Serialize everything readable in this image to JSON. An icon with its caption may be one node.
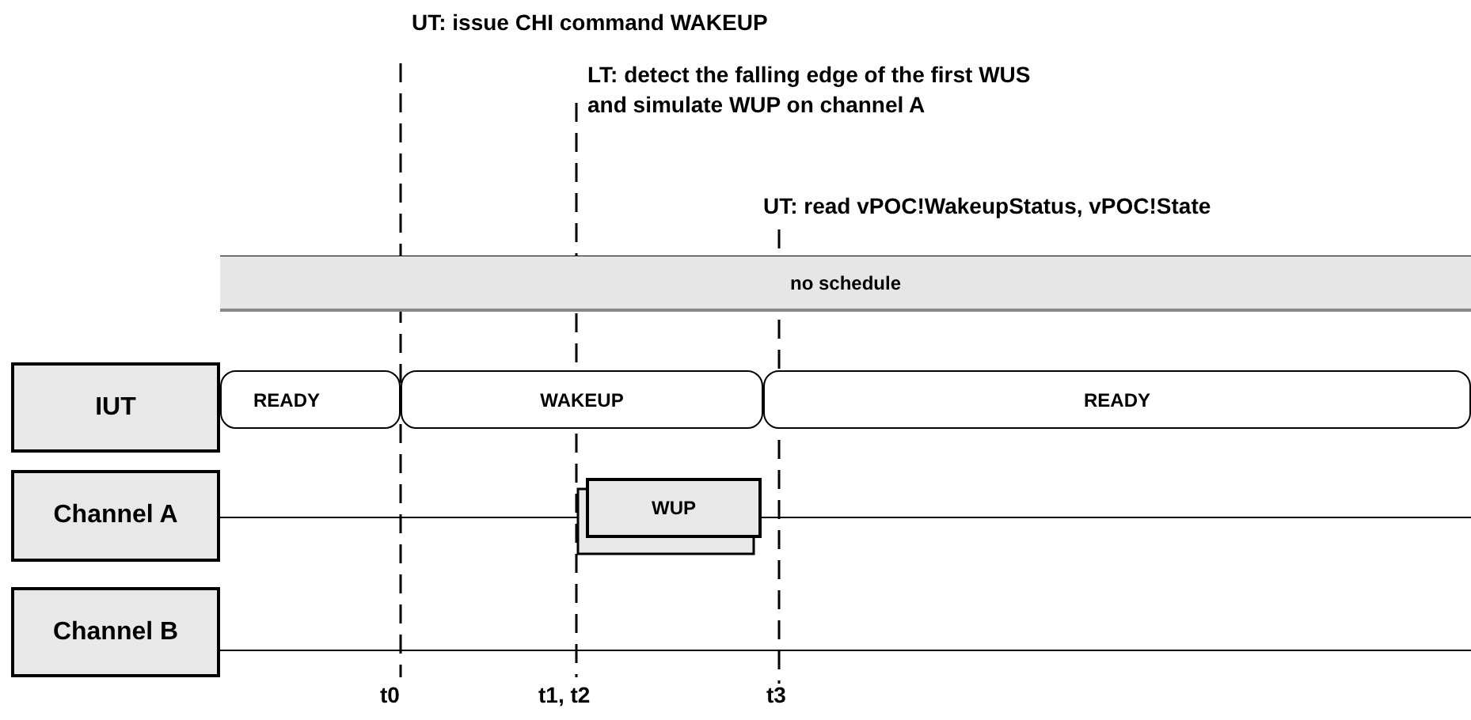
{
  "diagram": {
    "nodes": [
      {
        "text": [
          "no schedule"
        ]
      },
      {
        "text": [
          "IUT"
        ]
      },
      {
        "text": [
          "READY"
        ]
      },
      {
        "text": [
          "WAKEUP"
        ]
      },
      {
        "text": [
          "READY"
        ]
      },
      {
        "text": [
          "Channel A"
        ]
      },
      {
        "text": [
          "WUP"
        ]
      },
      {
        "text": [
          "Channel B"
        ]
      }
    ],
    "labels": [
      "UT: issue CHI command WAKEUP",
      "LT: detect the falling edge of the first WUS and simulate WUP on channel A",
      "UT: read vPOC!WakeupStatus, vPOC!State",
      "t0",
      "t1, t2",
      "t3"
    ]
  }
}
